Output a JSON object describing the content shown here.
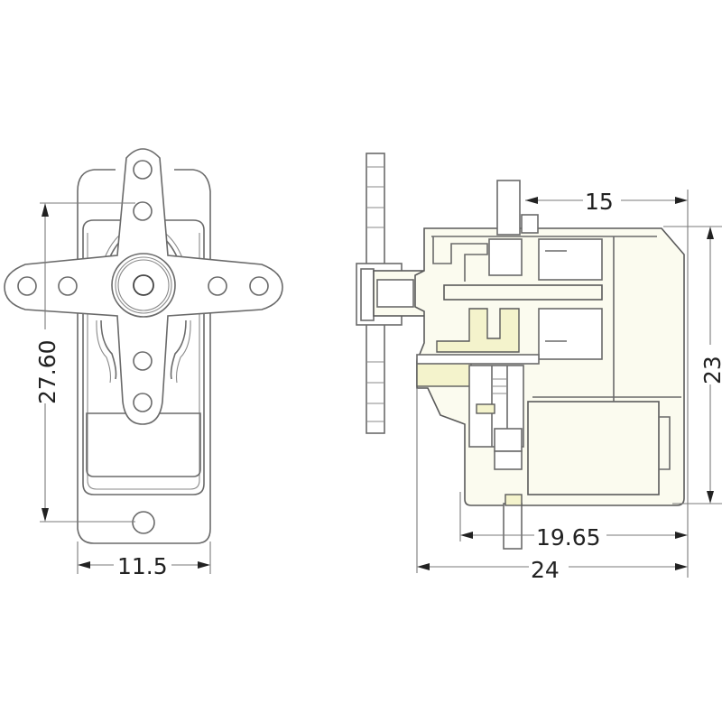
{
  "drawing": {
    "subject": "Micro servo dimension drawing",
    "views": [
      {
        "name": "front-view",
        "description": "Top view of servo with 4-arm horn"
      },
      {
        "name": "side-section-view",
        "description": "Side cross-section showing gear train and motor"
      }
    ],
    "colors": {
      "line": "#6a6a6a",
      "text": "#222222",
      "highlight_fill": "#f4f3cc",
      "body_fill": "#fbfbef",
      "background": "#ffffff"
    }
  },
  "dimensions": {
    "front_height": {
      "label": "27.60",
      "orientation": "vertical"
    },
    "front_width": {
      "label": "11.5",
      "orientation": "horizontal"
    },
    "side_top": {
      "label": "15",
      "orientation": "horizontal"
    },
    "side_height": {
      "label": "23",
      "orientation": "vertical"
    },
    "side_inner_width": {
      "label": "19.65",
      "orientation": "horizontal"
    },
    "side_total_width": {
      "label": "24",
      "orientation": "horizontal"
    }
  }
}
